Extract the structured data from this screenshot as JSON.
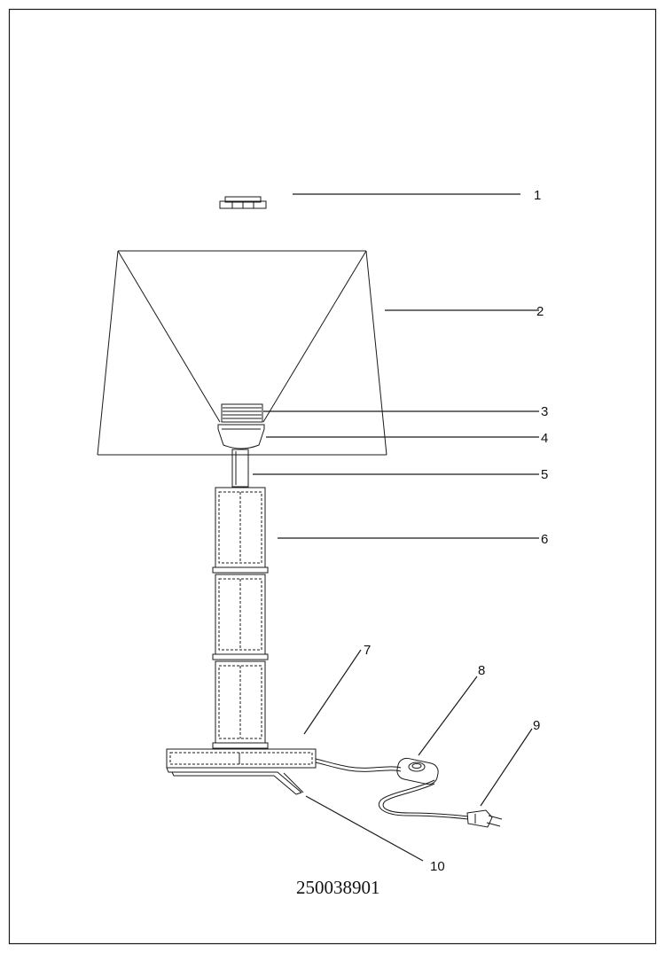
{
  "callouts": [
    {
      "number": "1"
    },
    {
      "number": "2"
    },
    {
      "number": "3"
    },
    {
      "number": "4"
    },
    {
      "number": "5"
    },
    {
      "number": "6"
    },
    {
      "number": "7"
    },
    {
      "number": "8"
    },
    {
      "number": "9"
    },
    {
      "number": "10"
    }
  ],
  "model_number": "250038901",
  "colors": {
    "line": "#1a1a1a",
    "background": "#ffffff"
  }
}
